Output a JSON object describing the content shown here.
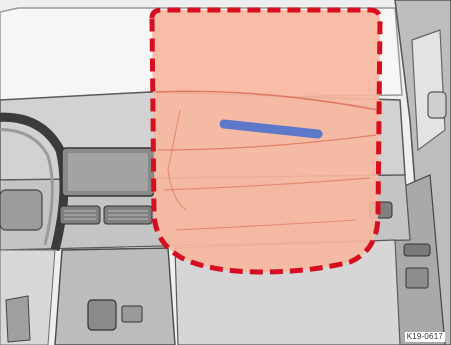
{
  "figure": {
    "reference_code": "K19-0617"
  },
  "colors": {
    "interior_light": "#e9e9e9",
    "interior_mid": "#cfcfcf",
    "interior_dark": "#8a8a8a",
    "outline": "#3a3a3a",
    "airbag_fill": "#f7b7a0",
    "airbag_border": "#d50f1f",
    "dash_marker": "#5e78c9"
  },
  "icons": {
    "airbag_zone": "front-passenger-airbag-zone",
    "airbag_seam": "airbag-cover-seam"
  }
}
